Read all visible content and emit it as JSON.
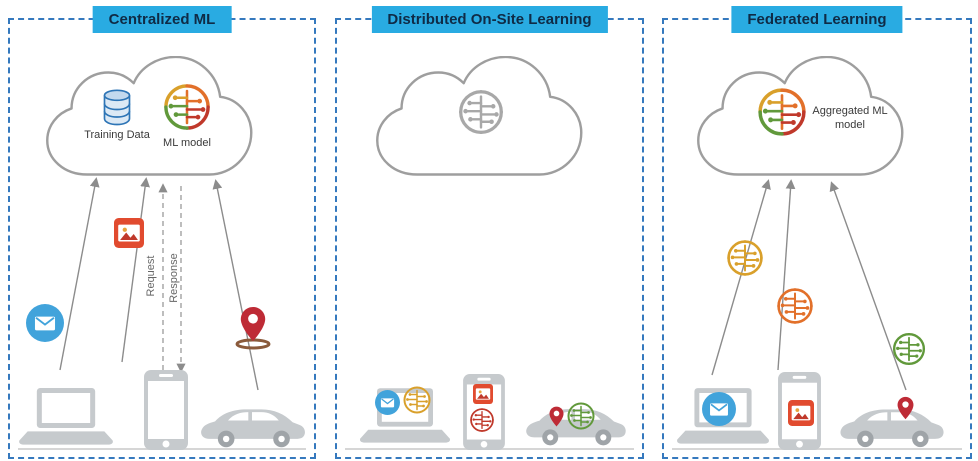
{
  "panels": [
    {
      "title": "Centralized ML",
      "labels": {
        "training_data": "Training Data",
        "ml_model": "ML model",
        "request": "Request",
        "response": "Response"
      },
      "cloud_contents": [
        "database-icon",
        "multicolor-brain-icon"
      ],
      "device_icons": [
        "laptop-icon",
        "smartphone-icon",
        "car-icon"
      ],
      "data_icons": [
        "email-icon",
        "photo-icon",
        "location-pin-icon"
      ]
    },
    {
      "title": "Distributed On-Site Learning",
      "cloud_contents": [
        "gray-brain-icon"
      ],
      "device_icons": [
        "laptop-icon",
        "smartphone-icon",
        "car-icon"
      ],
      "data_icons": [
        "email-icon",
        "photo-icon",
        "location-pin-icon"
      ],
      "local_model_icons": [
        "yellow-brain-icon",
        "red-brain-icon",
        "green-brain-icon"
      ]
    },
    {
      "title": "Federated Learning",
      "labels": {
        "aggregated_model": "Aggregated ML model"
      },
      "cloud_contents": [
        "multicolor-brain-icon"
      ],
      "device_icons": [
        "laptop-icon",
        "smartphone-icon",
        "car-icon"
      ],
      "data_icons": [
        "email-icon",
        "photo-icon",
        "location-pin-icon"
      ],
      "uploaded_model_icons": [
        "yellow-brain-icon",
        "orange-brain-icon",
        "green-brain-icon"
      ]
    }
  ],
  "colors": {
    "header_bg": "#29ABE2",
    "header_text": "#0F2B46",
    "panel_border": "#3579BE",
    "cloud_stroke": "#9E9E9E",
    "arrow_gray": "#8C8C8C",
    "device_gray": "#C6CACD",
    "email_blue": "#41A3DB",
    "photo_red": "#E14B2F",
    "pin_red": "#BE2B36",
    "pin_shadow_brown": "#8A5A3B",
    "database_blue": "#2E75B6",
    "brain_yellow": "#D9A02B",
    "brain_orange": "#E2702A",
    "brain_red": "#C0392B",
    "brain_green": "#61993B",
    "brain_gray": "#A8A8A8"
  },
  "icons": {
    "cloud-icon": "cloud outline",
    "database-icon": "cylinder database stack",
    "brain-circuit-icon": "circuit-style brain (ML model)",
    "email-icon": "white envelope in blue circle",
    "photo-icon": "red photo tile",
    "location-pin-icon": "red map pin",
    "laptop-icon": "gray laptop",
    "smartphone-icon": "gray smartphone",
    "car-icon": "gray car",
    "arrow-icon": "thin gray arrow"
  }
}
